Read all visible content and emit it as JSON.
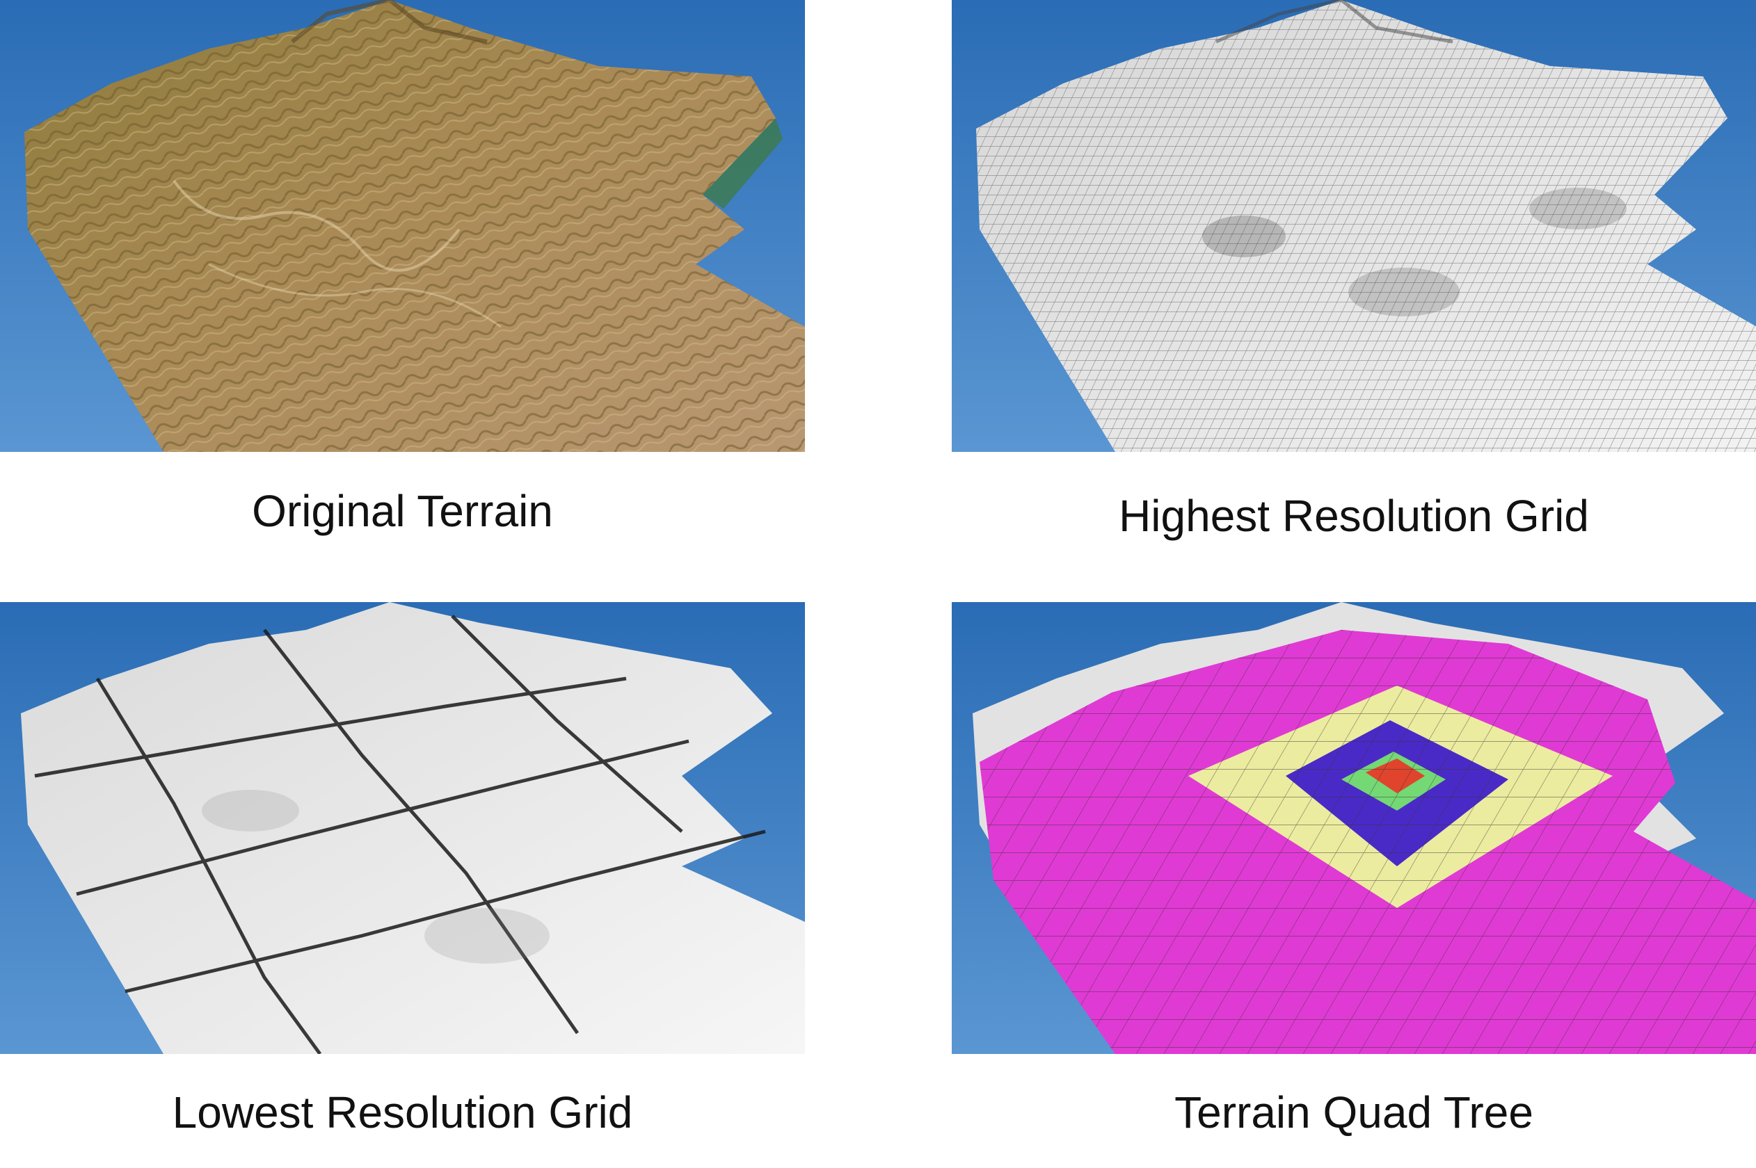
{
  "panels": [
    {
      "id": "original",
      "caption": "Original Terrain"
    },
    {
      "id": "highest",
      "caption": "Highest Resolution Grid"
    },
    {
      "id": "lowest",
      "caption": "Lowest Resolution Grid"
    },
    {
      "id": "quadtree",
      "caption": "Terrain Quad Tree"
    }
  ],
  "colors": {
    "sky_top": "#2b6fb8",
    "sky_bottom": "#5f9ad6",
    "terrain_brown": "#a8874e",
    "terrain_olive": "#7f7a3a",
    "terrain_white": "#e8e8e8",
    "quad_magenta": "#e23ad8",
    "quad_yellow": "#ecec6a",
    "quad_blue": "#4a2cc8",
    "quad_green": "#6ad86a",
    "quad_red": "#e0442c"
  }
}
